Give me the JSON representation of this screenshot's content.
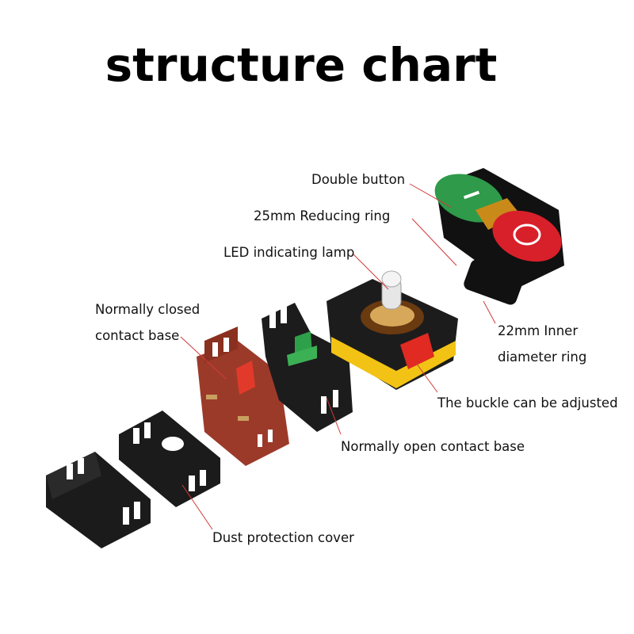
{
  "title": "structure chart",
  "labels": {
    "double_button": "Double button",
    "reducing_ring": "25mm Reducing ring",
    "led_lamp": "LED indicating lamp",
    "nc_base_line1": "Normally closed",
    "nc_base_line2": "contact base",
    "inner_ring_line1": "22mm Inner",
    "inner_ring_line2": "diameter ring",
    "buckle": "The buckle can be adjusted",
    "no_base": "Normally open contact base",
    "dust_cover": "Dust protection cover"
  },
  "colors": {
    "leader_line": "#d23a3a",
    "green_button": "#2e9a4a",
    "red_button": "#d8202a",
    "amber_lens": "#c98a1a",
    "yellow_body": "#f2c314",
    "red_contact_base": "#9c3a2a",
    "black_plastic": "#1a1a1a"
  },
  "button_symbols": {
    "green": "I",
    "red": "O"
  }
}
